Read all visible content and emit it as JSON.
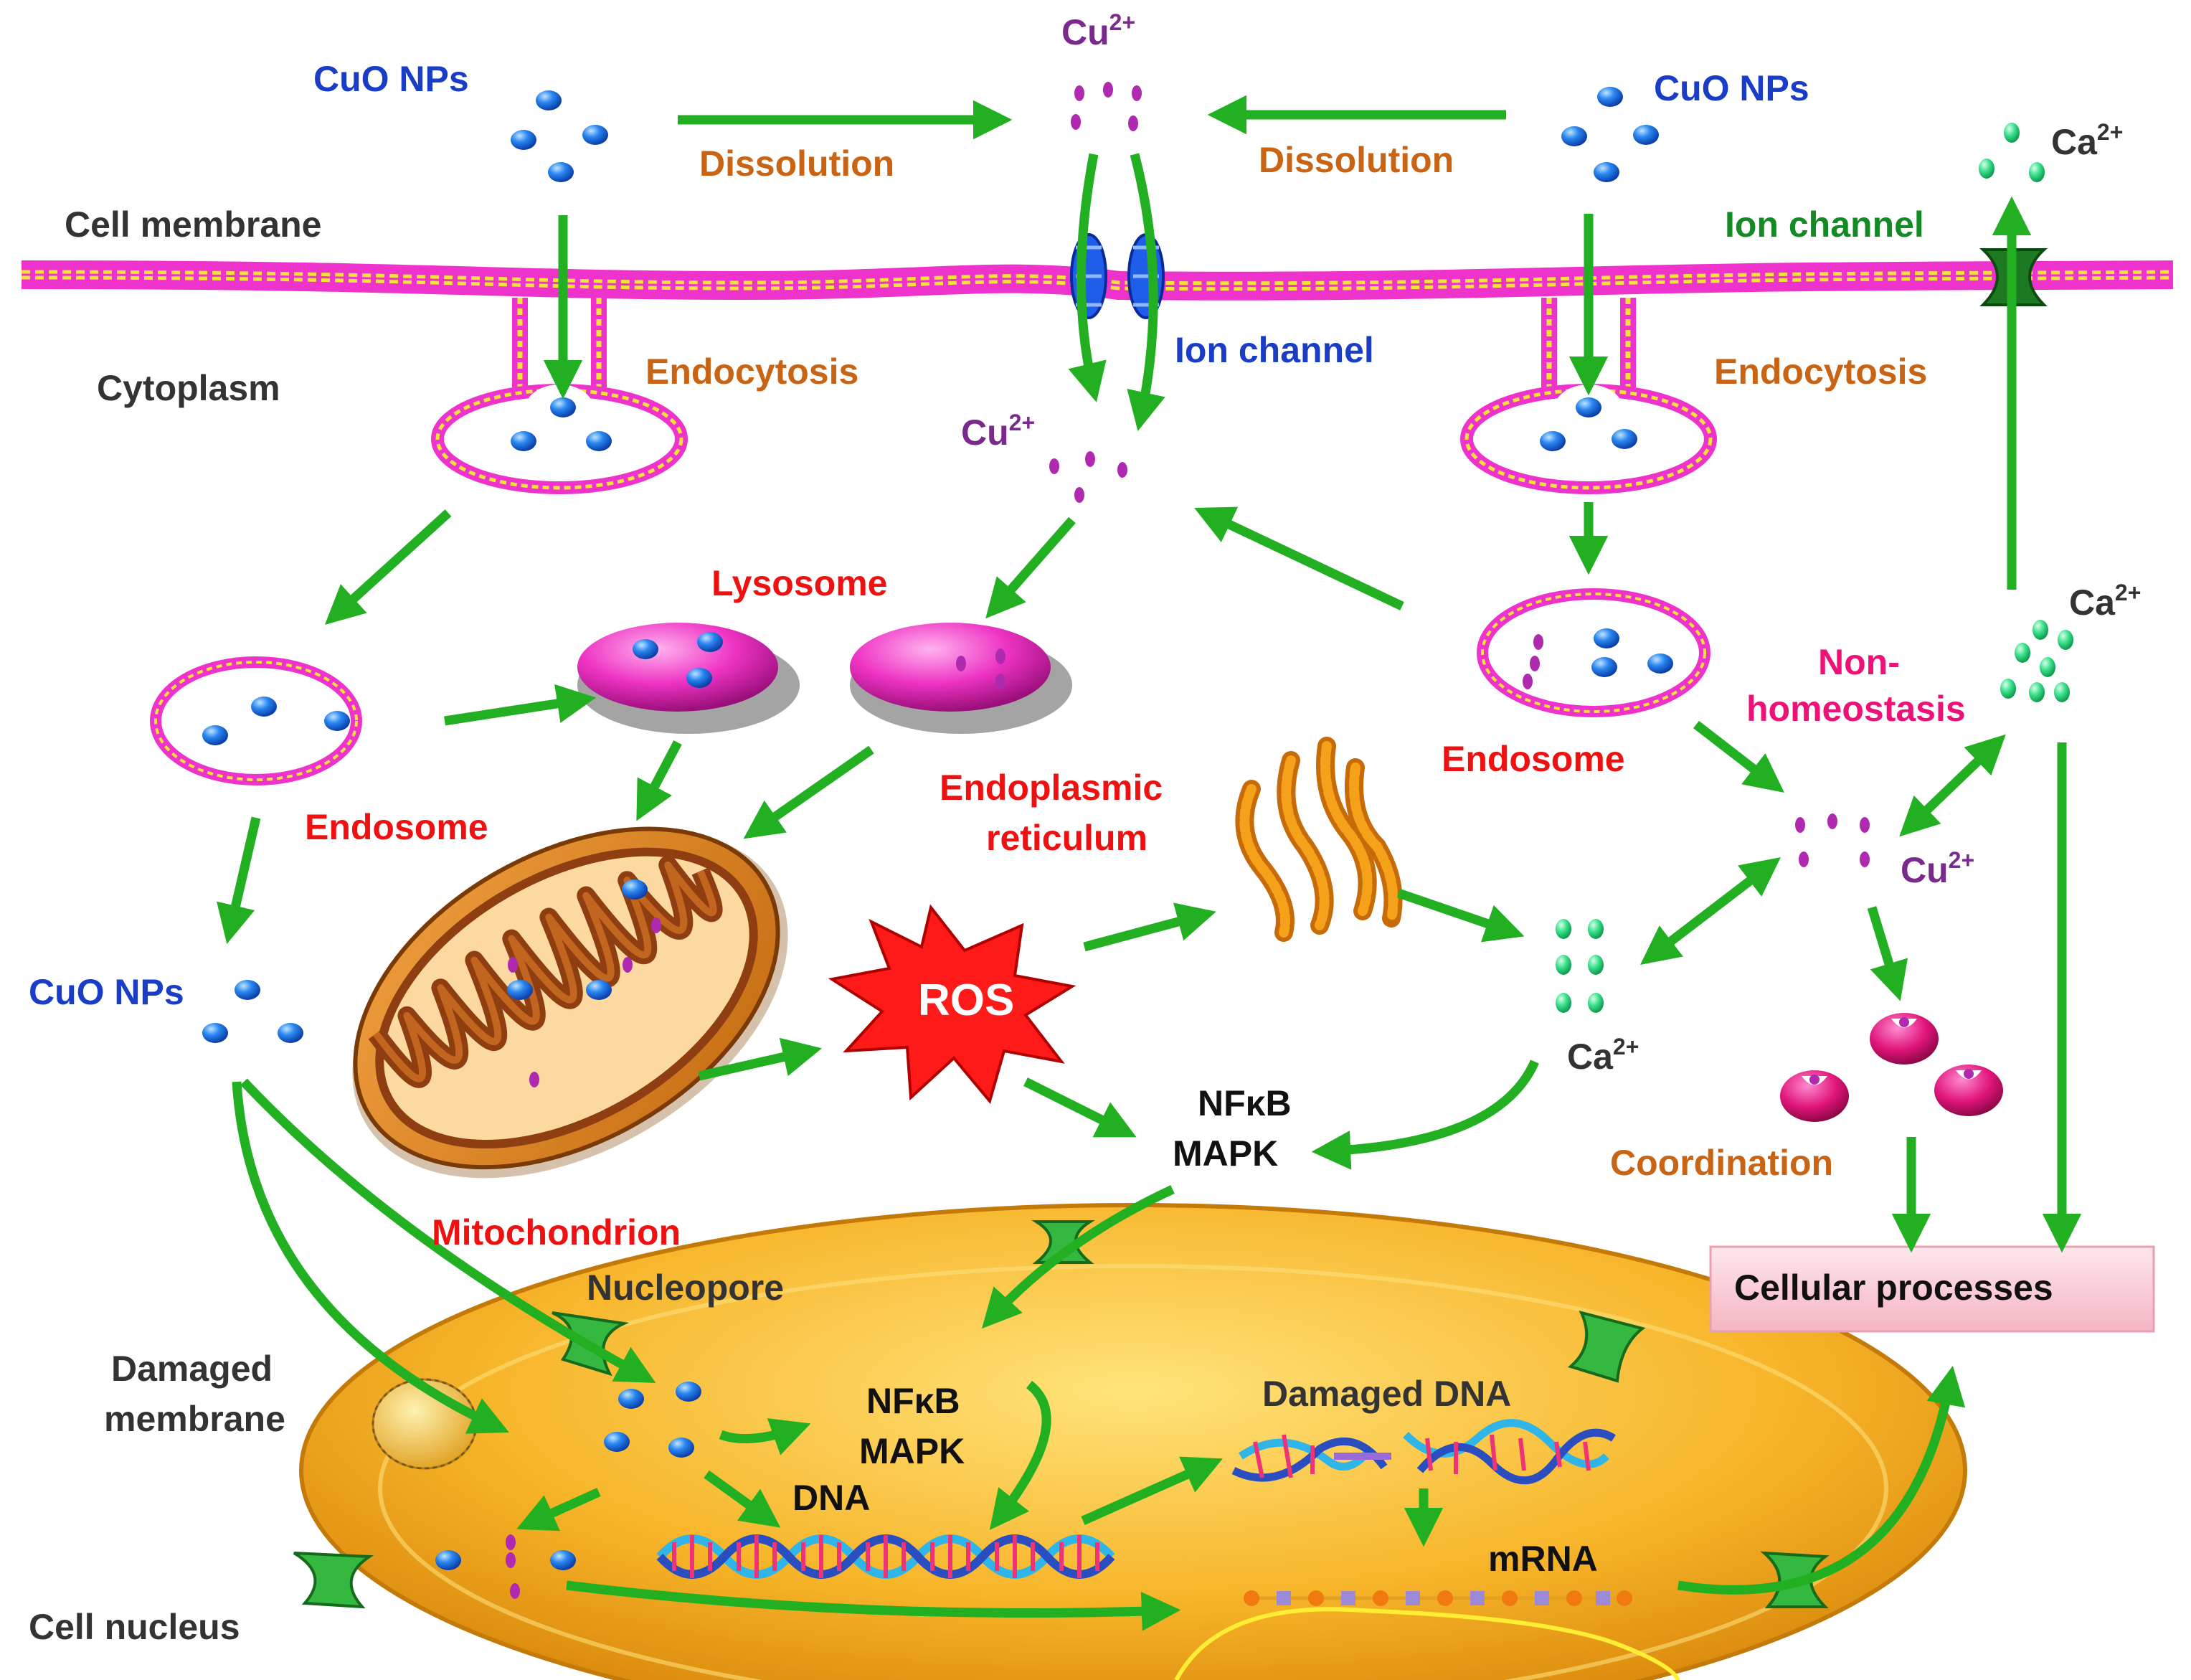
{
  "labels": {
    "cuo_nps_top_left": "CuO NPs",
    "cuo_nps_top_right": "CuO NPs",
    "cuo_nps_cytoplasm": "CuO NPs",
    "cu_top": "Cu",
    "cu_below_channel": "Cu",
    "cu_right": "Cu",
    "ca_top_right": "Ca",
    "ca_right_mid": "Ca",
    "ca_center": "Ca",
    "charge_cu": "2+",
    "charge_ca": "2+",
    "dissolution_left": "Dissolution",
    "dissolution_right": "Dissolution",
    "cell_membrane": "Cell membrane",
    "cytoplasm": "Cytoplasm",
    "endocytosis_left": "Endocytosis",
    "endocytosis_right": "Endocytosis",
    "ion_channel_center": "Ion channel",
    "ion_channel_right": "Ion channel",
    "lysosome": "Lysosome",
    "endosome_left": "Endosome",
    "endosome_right": "Endosome",
    "non_homeostasis_1": "Non-",
    "non_homeostasis_2": "homeostasis",
    "endoplasmic_1": "Endoplasmic",
    "endoplasmic_2": "reticulum",
    "ros": "ROS",
    "nfkb_cyto": "NFκB",
    "mapk_cyto": "MAPK",
    "coordination": "Coordination",
    "mitochondrion": "Mitochondrion",
    "cellular_processes": "Cellular processes",
    "nucleopore": "Nucleopore",
    "damaged_membrane_1": "Damaged",
    "damaged_membrane_2": "membrane",
    "nfkb_nuc": "NFκB",
    "mapk_nuc": "MAPK",
    "damaged_dna": "Damaged DNA",
    "dna": "DNA",
    "mrna": "mRNA",
    "cell_nucleus": "Cell nucleus"
  },
  "colors": {
    "arrow": "#22b022",
    "np_blue": "#1f6fe0",
    "cu_purple": "#b02ab0",
    "ca_green": "#22d680",
    "membrane_pink": "#ee33cc",
    "membrane_yellow": "#f2e23a",
    "nucleus": "#f5a623",
    "text_blue": "#1a3dc8",
    "text_orange": "#c86414",
    "text_red": "#ee1111",
    "text_purple": "#7a2a8c",
    "text_green": "#138a23",
    "text_pink": "#ee1177",
    "text_dark": "#222222"
  }
}
